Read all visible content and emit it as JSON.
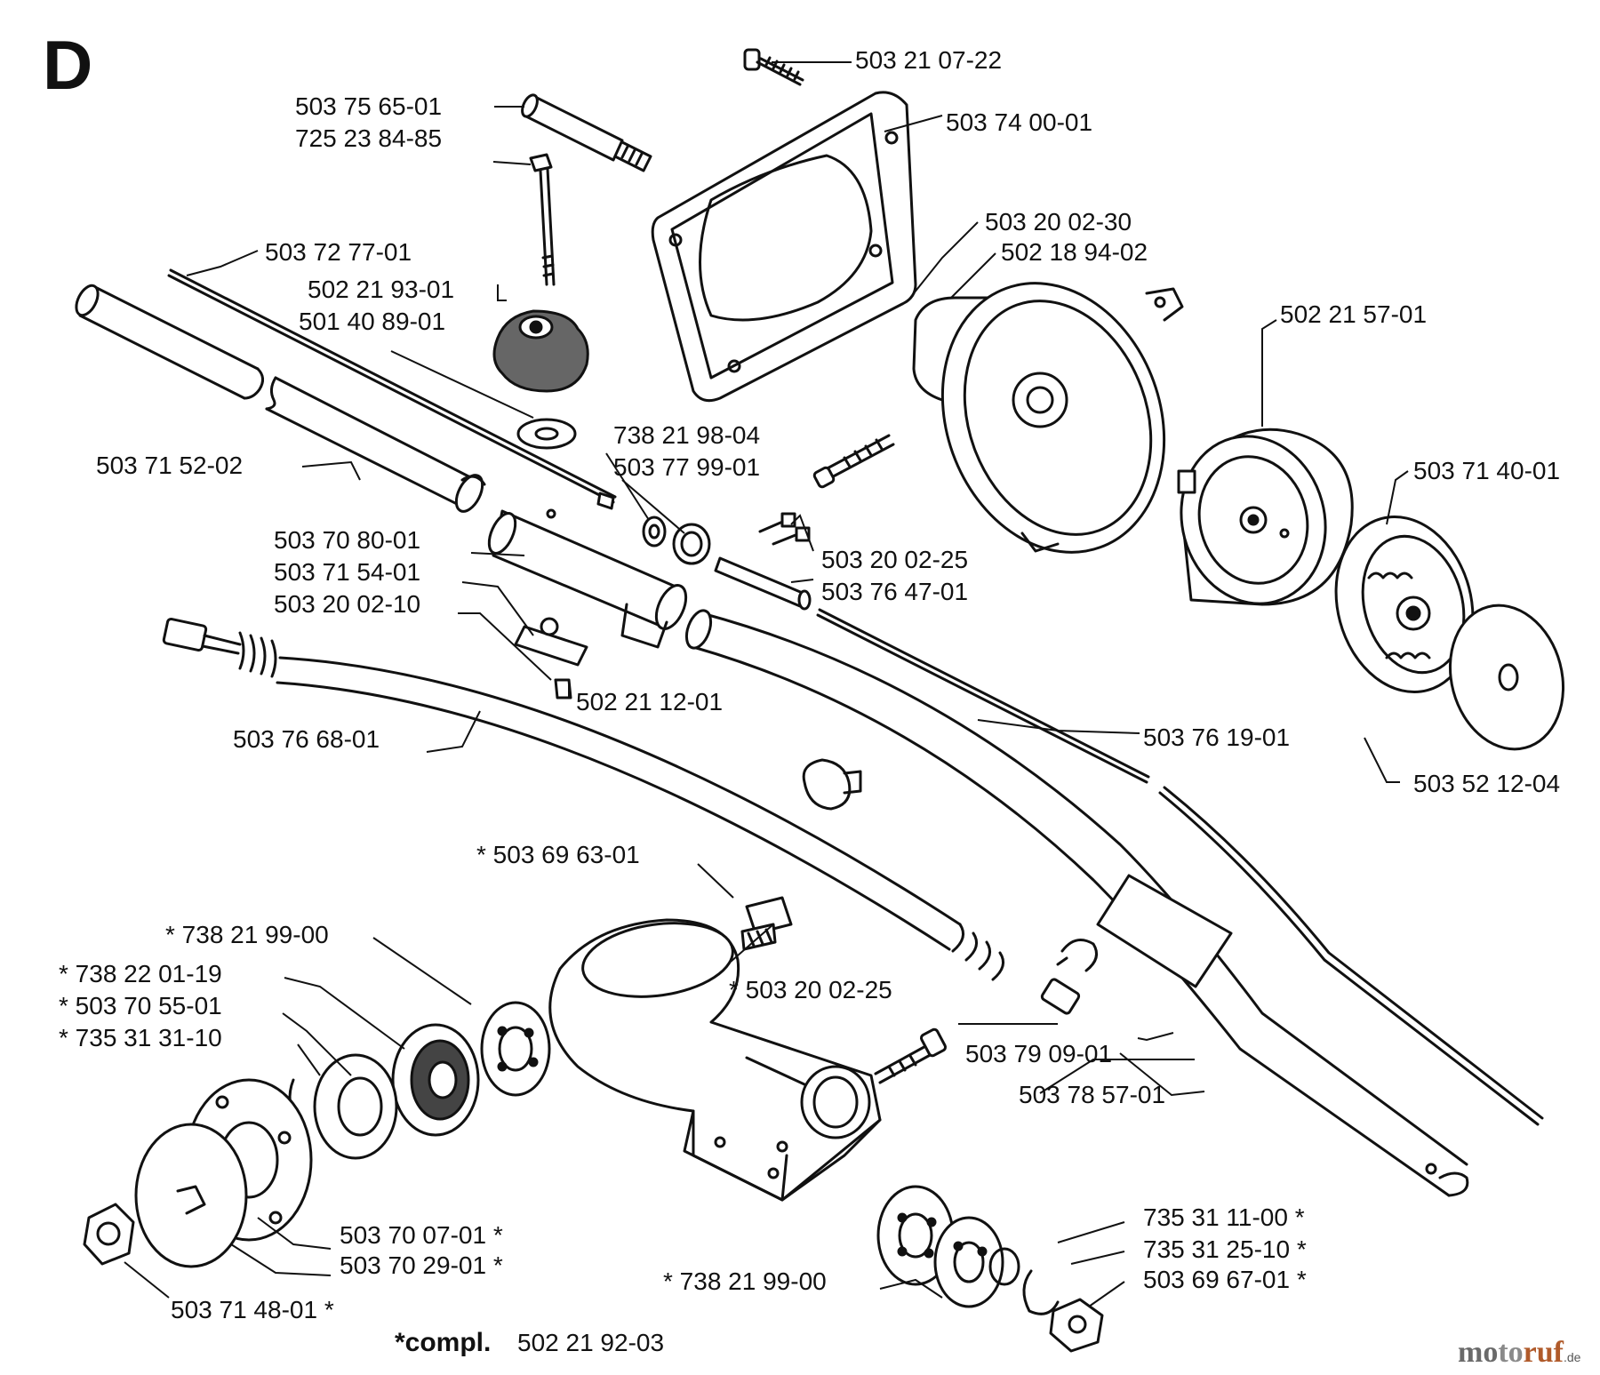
{
  "section_letter": "D",
  "parts": [
    {
      "id": "p01",
      "text": "503 21 07-22"
    },
    {
      "id": "p02",
      "text": "503 75 65-01"
    },
    {
      "id": "p03",
      "text": "725 23 84-85"
    },
    {
      "id": "p04",
      "text": "503 74 00-01"
    },
    {
      "id": "p05",
      "text": "503 20 02-30"
    },
    {
      "id": "p06",
      "text": "502 18 94-02"
    },
    {
      "id": "p07",
      "text": "503 72 77-01"
    },
    {
      "id": "p08",
      "text": "502 21 93-01"
    },
    {
      "id": "p09",
      "text": "501 40 89-01"
    },
    {
      "id": "p10",
      "text": "502 21 57-01"
    },
    {
      "id": "p11",
      "text": "738 21 98-04"
    },
    {
      "id": "p12",
      "text": "503 77 99-01"
    },
    {
      "id": "p13",
      "text": "503 71 52-02"
    },
    {
      "id": "p14",
      "text": "503 71 40-01"
    },
    {
      "id": "p15",
      "text": "503 70 80-01"
    },
    {
      "id": "p16",
      "text": "503 71 54-01"
    },
    {
      "id": "p17",
      "text": "503 20 02-10"
    },
    {
      "id": "p18",
      "text": "503 20 02-25"
    },
    {
      "id": "p19",
      "text": "503 76 47-01"
    },
    {
      "id": "p20",
      "text": "502 21 12-01"
    },
    {
      "id": "p21",
      "text": "503 76 68-01"
    },
    {
      "id": "p22",
      "text": "503 76 19-01"
    },
    {
      "id": "p23",
      "text": "503 52 12-04"
    },
    {
      "id": "p24",
      "text": "* 503 69 63-01"
    },
    {
      "id": "p25",
      "text": "* 738 21 99-00"
    },
    {
      "id": "p26",
      "text": "* 738 22 01-19"
    },
    {
      "id": "p27",
      "text": "* 503 70 55-01"
    },
    {
      "id": "p28",
      "text": "* 735 31 31-10"
    },
    {
      "id": "p29",
      "text": "* 503 20 02-25"
    },
    {
      "id": "p30",
      "text": "503 79 09-01"
    },
    {
      "id": "p31",
      "text": "503 78 57-01"
    },
    {
      "id": "p32",
      "text": "503 70 07-01 *"
    },
    {
      "id": "p33",
      "text": "503 70 29-01 *"
    },
    {
      "id": "p34",
      "text": "735 31 11-00 *"
    },
    {
      "id": "p35",
      "text": "735 31 25-10 *"
    },
    {
      "id": "p36",
      "text": "503 69 67-01 *"
    },
    {
      "id": "p37",
      "text": "* 738 21 99-00"
    },
    {
      "id": "p38",
      "text": "503 71 48-01 *"
    }
  ],
  "footer": {
    "compl_label": "*compl.",
    "compl_number": "502 21 92-03"
  },
  "watermark": {
    "part1": "mo",
    "part2": "to",
    "part3": "ruf",
    "suffix": ".de"
  }
}
